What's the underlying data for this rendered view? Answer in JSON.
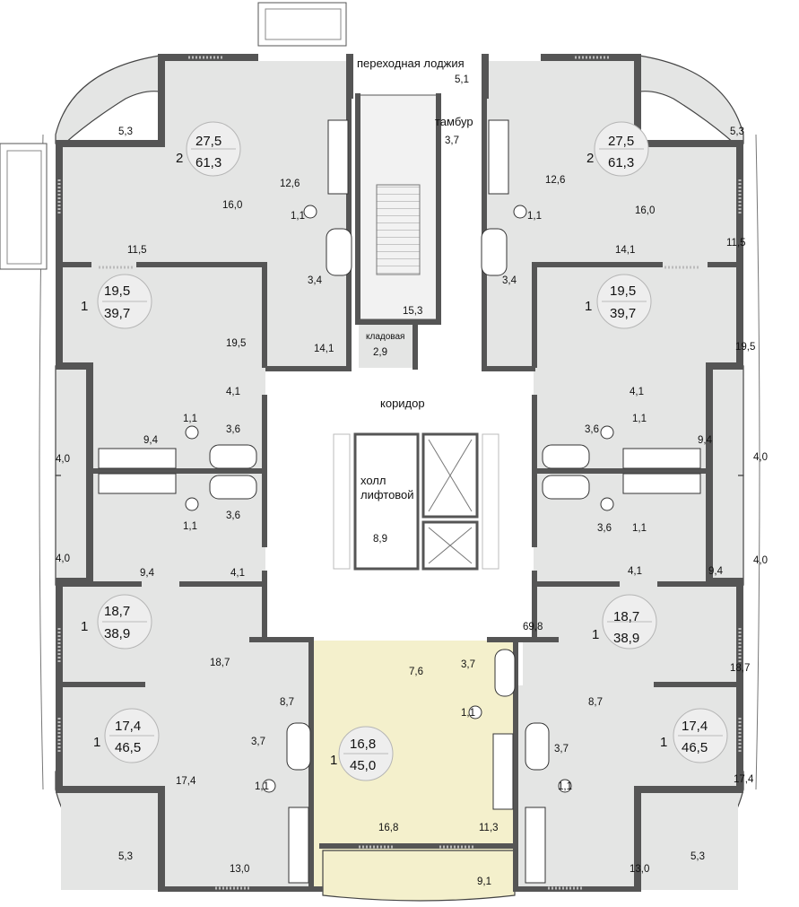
{
  "labels": {
    "loggia_title": "переходная лоджия",
    "loggia_area": "5,1",
    "vestibule_title": "тамбур",
    "vestibule_area": "3,7",
    "stair_area": "15,3",
    "storage_title": "кладовая",
    "storage_area": "2,9",
    "corridor_title": "коридор",
    "corridor_area": "69,8",
    "lift_hall_line1": "холл",
    "lift_hall_line2": "лифтовой",
    "lift_hall_area": "8,9"
  },
  "highlight_color": "#f4f0cc",
  "apartments": [
    {
      "id": "tl",
      "rooms": "2",
      "living": "27,5",
      "total": "61,3"
    },
    {
      "id": "tr",
      "rooms": "2",
      "living": "27,5",
      "total": "61,3"
    },
    {
      "id": "ul",
      "rooms": "1",
      "living": "19,5",
      "total": "39,7"
    },
    {
      "id": "ur",
      "rooms": "1",
      "living": "19,5",
      "total": "39,7"
    },
    {
      "id": "ml",
      "rooms": "1",
      "living": "18,7",
      "total": "38,9"
    },
    {
      "id": "mr",
      "rooms": "1",
      "living": "18,7",
      "total": "38,9"
    },
    {
      "id": "bl",
      "rooms": "1",
      "living": "17,4",
      "total": "46,5"
    },
    {
      "id": "br",
      "rooms": "1",
      "living": "17,4",
      "total": "46,5"
    },
    {
      "id": "bc",
      "rooms": "1",
      "living": "16,8",
      "total": "45,0"
    }
  ],
  "room_areas": {
    "tl_balcony": "5,3",
    "tl_kitchen": "12,6",
    "tl_room": "16,0",
    "tl_wc": "1,1",
    "tl_hall": "11,5",
    "tl_bath": "3,4",
    "tr_balcony": "5,3",
    "tr_kitchen": "12,6",
    "tr_room": "16,0",
    "tr_wc": "1,1",
    "tr_hall": "11,5",
    "tr_bath": "3,4",
    "tr_hall2": "14,1",
    "ul_room": "19,5",
    "ul_kitchen": "14,1",
    "ur_room": "19,5",
    "l_hall_top": "4,1",
    "l_wc_top": "1,1",
    "l_bath_top": "3,6",
    "l_kitchen_top": "9,4",
    "l_balcony_top": "4,0",
    "l_wc_bot": "1,1",
    "l_bath_bot": "3,6",
    "l_balcony_bot": "4,0",
    "l_kitchen_bot": "9,4",
    "l_hall_bot": "4,1",
    "r_hall_top": "4,1",
    "r_bath_top": "3,6",
    "r_wc_top": "1,1",
    "r_kitchen_top": "9,4",
    "r_balcony_top": "4,0",
    "r_bath_bot": "3,6",
    "r_wc_bot": "1,1",
    "r_balcony_bot": "4,0",
    "r_kitchen_bot": "9,4",
    "r_hall_bot": "4,1",
    "ml_room": "18,7",
    "mr_room": "18,7",
    "bl_hall": "8,7",
    "bl_bath": "3,7",
    "bl_wc": "1,1",
    "bl_room": "17,4",
    "bl_kitchen": "13,0",
    "bl_balcony": "5,3",
    "br_hall": "8,7",
    "br_bath": "3,7",
    "br_wc": "1,1",
    "br_room": "17,4",
    "br_kitchen": "13,0",
    "br_balcony": "5,3",
    "bc_hall": "7,6",
    "bc_bath": "3,7",
    "bc_wc": "1,1",
    "bc_room": "16,8",
    "bc_kitchen": "11,3",
    "bc_loggia": "9,1"
  }
}
